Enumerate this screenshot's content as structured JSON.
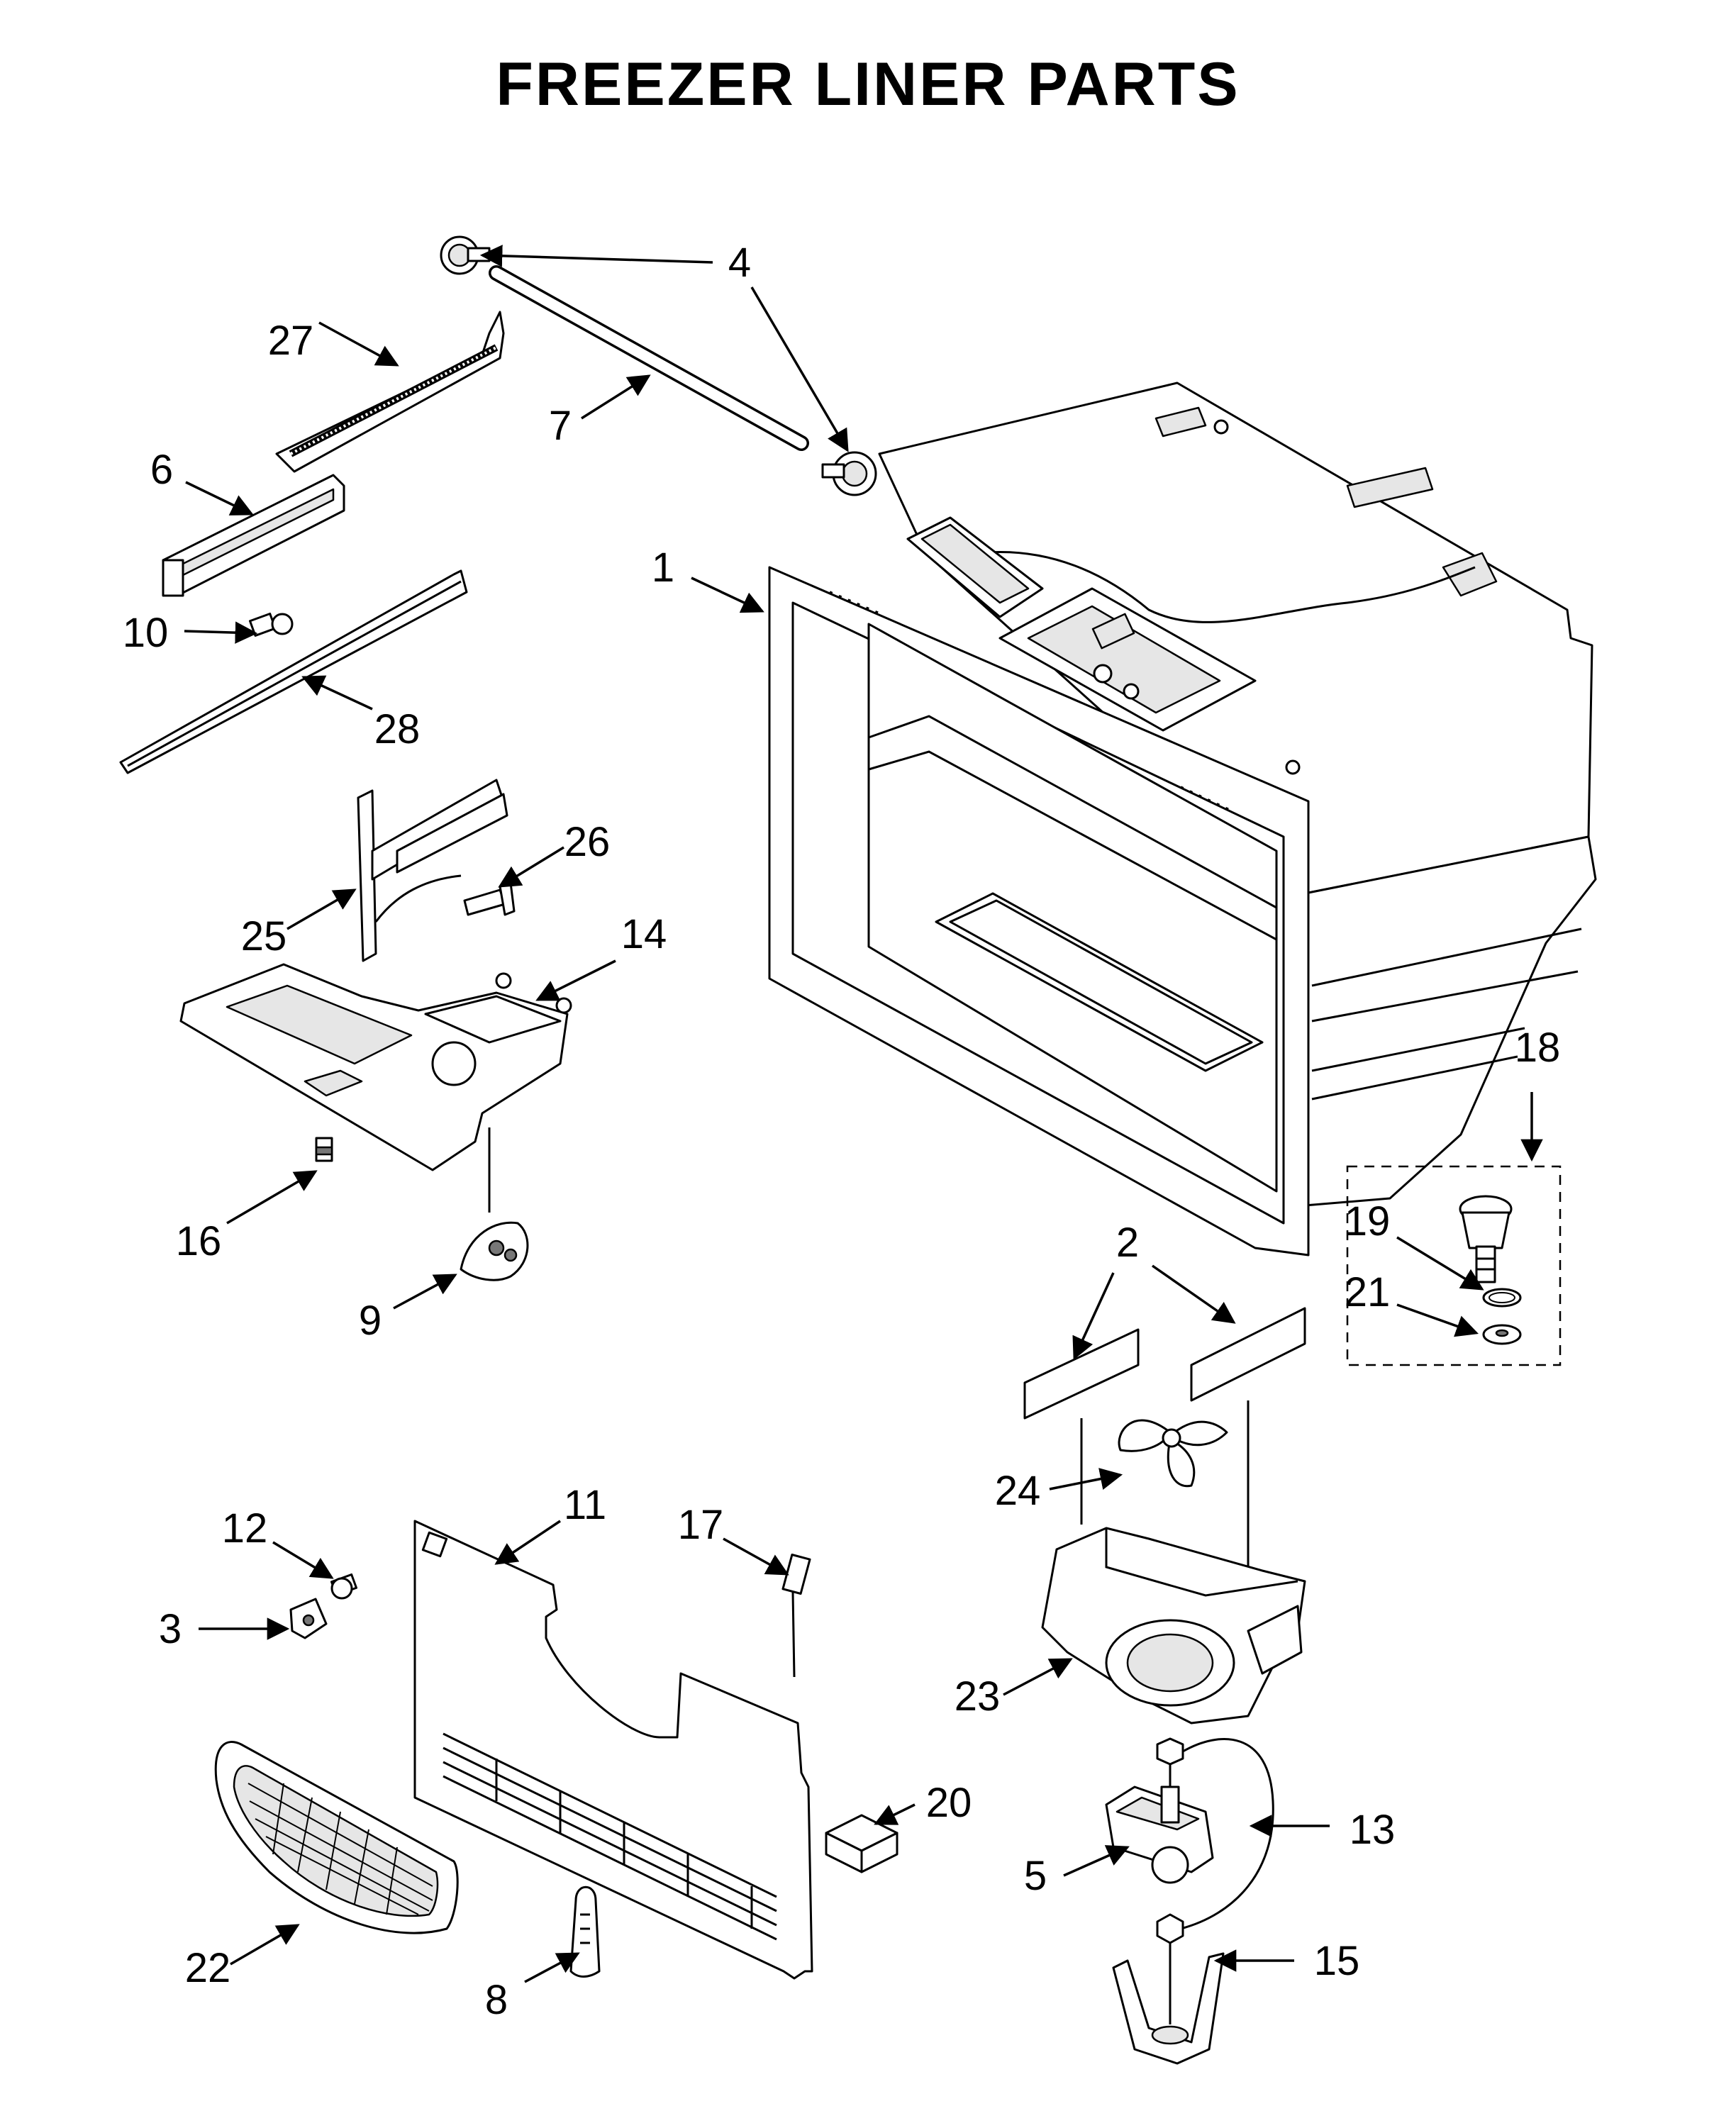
{
  "title": "FREEZER LINER PARTS",
  "callouts": [
    "1",
    "2",
    "3",
    "4",
    "5",
    "6",
    "7",
    "8",
    "9",
    "10",
    "11",
    "12",
    "13",
    "14",
    "15",
    "16",
    "17",
    "18",
    "19",
    "20",
    "21",
    "22",
    "23",
    "24",
    "25",
    "26",
    "27",
    "28"
  ]
}
